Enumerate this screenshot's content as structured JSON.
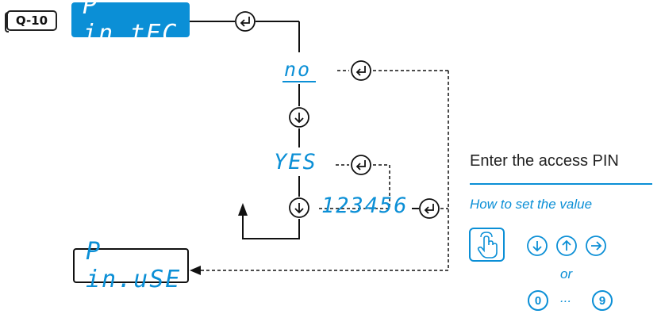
{
  "badge": {
    "label": "Q-10"
  },
  "parameter_display": {
    "text": "P in.tEC",
    "color": "#0b8fd6"
  },
  "options": {
    "no": "no",
    "yes": "YES"
  },
  "pin_value": "123456",
  "result_display": {
    "text": "P in.uSE"
  },
  "side_panel": {
    "title": "Enter the access PIN",
    "subtitle": "How to set the value",
    "or_label": "or",
    "digit_first": "0",
    "ellipsis": "...",
    "digit_last": "9"
  },
  "icons": {
    "enter": "enter-icon",
    "down": "arrow-down-icon",
    "up": "arrow-up-icon",
    "right": "arrow-right-icon",
    "touch": "touch-hand-icon"
  },
  "accent_color": "#0b8fd6"
}
